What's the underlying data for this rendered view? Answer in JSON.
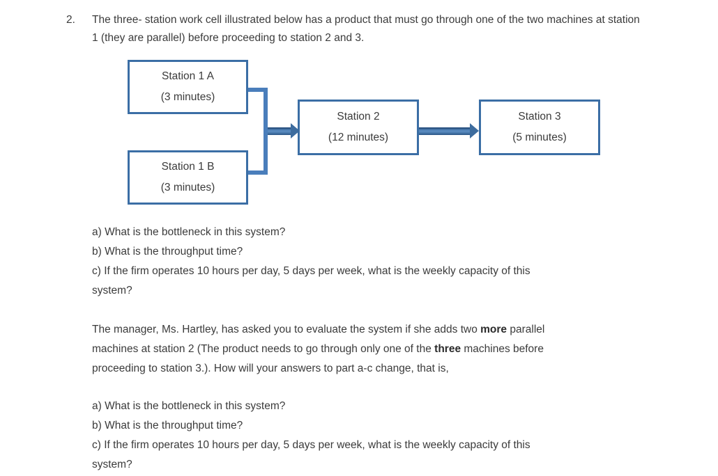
{
  "question": {
    "number": "2.",
    "intro": "The three- station work cell illustrated below has a product that must go through one of the two machines at station 1 (they are parallel) before proceeding to station 2 and 3."
  },
  "diagram": {
    "type": "process-flow",
    "colors": {
      "box_border": "#3b6ea5",
      "connector": "#4a7ebb",
      "arrow": "#3d6c9e",
      "text": "#3b3b3b",
      "background": "#ffffff"
    },
    "boxes": [
      {
        "id": "station-1a",
        "label": "Station 1 A",
        "time": "(3 minutes)",
        "minutes": 3
      },
      {
        "id": "station-1b",
        "label": "Station 1 B",
        "time": "(3 minutes)",
        "minutes": 3
      },
      {
        "id": "station-2",
        "label": "Station 2",
        "time": "(12 minutes)",
        "minutes": 12
      },
      {
        "id": "station-3",
        "label": "Station 3",
        "time": "(5 minutes)",
        "minutes": 5
      }
    ],
    "connections": [
      {
        "from": "station-1a",
        "to": "station-2",
        "style": "merge-bracket"
      },
      {
        "from": "station-1b",
        "to": "station-2",
        "style": "merge-bracket"
      },
      {
        "from": "station-2",
        "to": "station-3",
        "style": "arrow"
      }
    ]
  },
  "parts_first": {
    "a": "a) What is the bottleneck in this system?",
    "b": "b) What is the throughput time?",
    "c_line1": "c) If the firm operates 10 hours per day, 5 days per week, what is the weekly capacity of this",
    "c_line2": "system?"
  },
  "manager": {
    "line1_pre": "The manager, Ms. Hartley, has asked you to evaluate the system if she adds two ",
    "bold1": "more",
    "line1_post": " parallel",
    "line2_pre": "machines at station 2 (The product needs to go through only one of the ",
    "bold2": "three",
    "line2_post": " machines before",
    "line3": "proceeding to station 3.). How will your answers to part a-c change, that is,"
  },
  "parts_second": {
    "a": "a) What is the bottleneck in this system?",
    "b": "b) What is the throughput time?",
    "c_line1": "c) If the firm operates 10 hours per day, 5 days per week, what is the weekly capacity of this",
    "c_line2": "system?"
  }
}
